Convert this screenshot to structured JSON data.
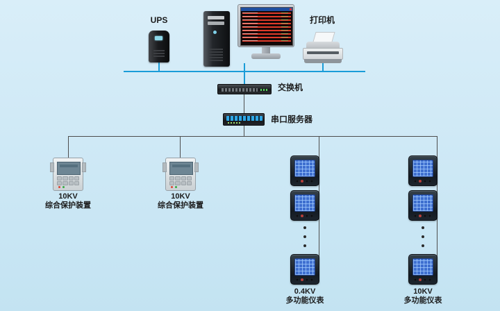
{
  "colors": {
    "bg_top": "#d9eef9",
    "bg_bottom": "#c3e3f2",
    "bus_blue": "#1a9cd8",
    "line_dark": "#4d4d4d",
    "label_color": "#1c1c1c"
  },
  "top": {
    "ups_label": "UPS",
    "printer_label": "打印机"
  },
  "network": {
    "switch_label": "交换机",
    "serial_server_label": "串口服务器"
  },
  "branches": {
    "protection1": {
      "kv": "10KV",
      "name": "综合保护装置"
    },
    "protection2": {
      "kv": "10KV",
      "name": "综合保护装置"
    },
    "meters1": {
      "kv": "0.4KV",
      "name": "多功能仪表"
    },
    "meters2": {
      "kv": "10KV",
      "name": "多功能仪表"
    }
  }
}
